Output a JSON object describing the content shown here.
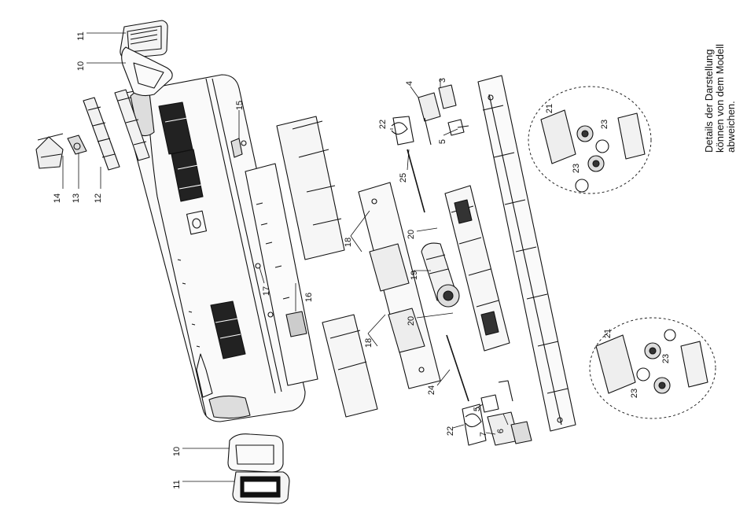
{
  "labels": {
    "l11a": "11",
    "l10a": "10",
    "l14": "14",
    "l13": "13",
    "l12": "12",
    "l15": "15",
    "l17": "17",
    "l16": "16",
    "l18a": "18",
    "l18b": "18",
    "l19": "19",
    "l20a": "20",
    "l20b": "20",
    "l22a": "22",
    "l22b": "22",
    "l25": "25",
    "l24": "24",
    "l4": "4",
    "l3": "3",
    "l5a": "5",
    "l5b": "5",
    "l6": "6",
    "l7": "7",
    "l21a": "21",
    "l21b": "21",
    "l23a": "23",
    "l23b": "23",
    "l23c": "23",
    "l23d": "23",
    "l10b": "10",
    "l11b": "11"
  },
  "note": {
    "line1": "Details der Darstellung",
    "line2": "können von dem Modell",
    "line3": "abweichen."
  }
}
